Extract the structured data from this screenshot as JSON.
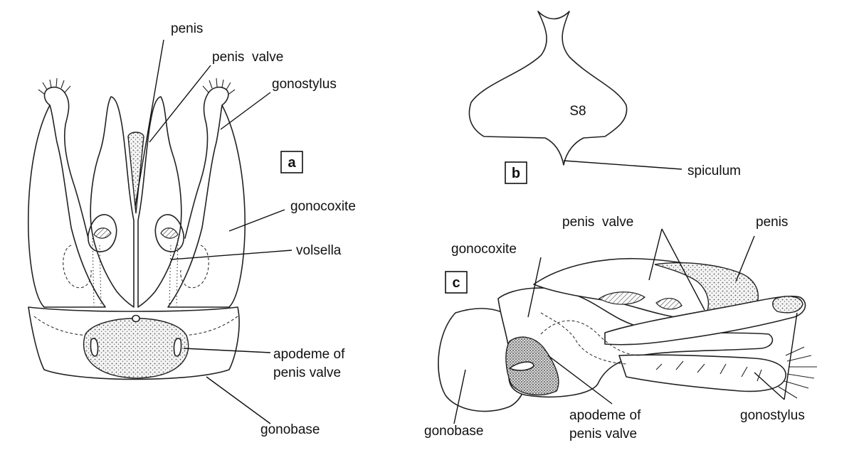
{
  "panels": {
    "a": {
      "letter": "a",
      "labels": {
        "penis": "penis",
        "penis_valve": "penis  valve",
        "gonostylus": "gonostylus",
        "gonocoxite": "gonocoxite",
        "volsella": "volsella",
        "apodeme_line1": "apodeme of",
        "apodeme_line2": "penis valve",
        "gonobase": "gonobase"
      }
    },
    "b": {
      "letter": "b",
      "labels": {
        "s8": "S8",
        "spiculum": "spiculum"
      }
    },
    "c": {
      "letter": "c",
      "labels": {
        "penis_valve": "penis  valve",
        "penis": "penis",
        "gonocoxite": "gonocoxite",
        "gonobase": "gonobase",
        "apodeme_line1": "apodeme of",
        "apodeme_line2": "penis valve",
        "gonostylus": "gonostylus"
      }
    }
  }
}
